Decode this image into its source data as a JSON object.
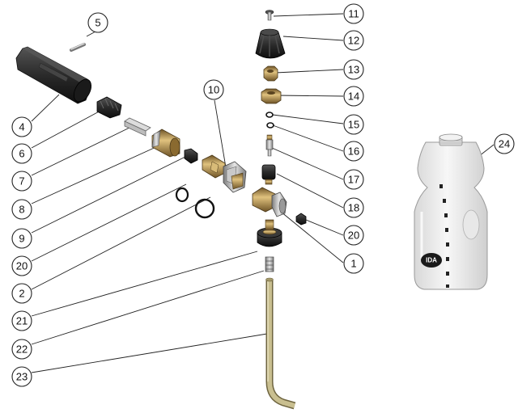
{
  "callouts": {
    "c1": "1",
    "c2": "2",
    "c4": "4",
    "c5": "5",
    "c6": "6",
    "c7": "7",
    "c8": "8",
    "c9": "9",
    "c10": "10",
    "c11": "11",
    "c12": "12",
    "c13": "13",
    "c14": "14",
    "c15": "15",
    "c16": "16",
    "c17": "17",
    "c18": "18",
    "c20a": "20",
    "c20b": "20",
    "c21": "21",
    "c22": "22",
    "c23": "23",
    "c24": "24"
  },
  "bottle_logo": "IDA",
  "colors": {
    "lance_body": "#2b2b2b",
    "brass": "#b8914a",
    "brass_dark": "#6e5326",
    "steel": "#b8b8b8",
    "black_part": "#1e1e1e",
    "tube": "#b5aa7a",
    "bottle": "#eeeeee",
    "bottle_stroke": "#9a9a9a"
  }
}
